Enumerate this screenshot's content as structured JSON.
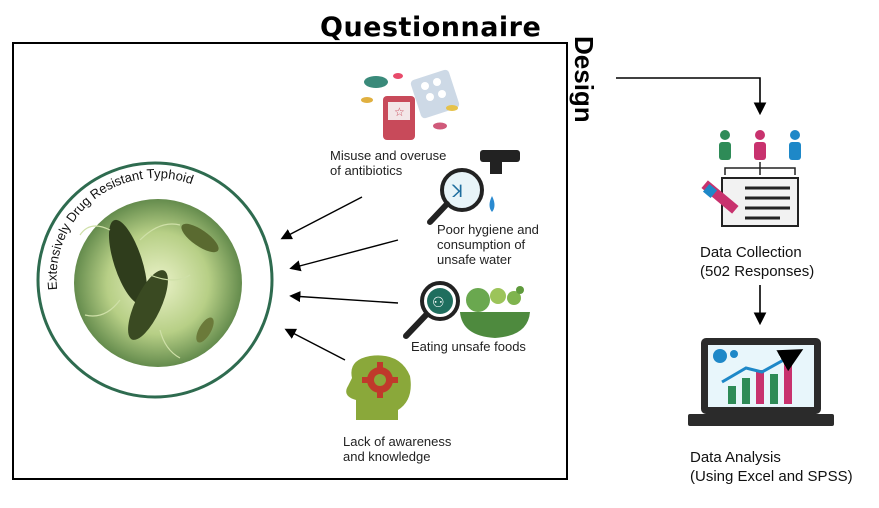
{
  "header": {
    "title_word1": "Questionnaire",
    "title_word2": "Design"
  },
  "center": {
    "circle_label": "Extensively Drug Resistant Typhoid"
  },
  "factors": [
    {
      "line1": "Misuse and overuse",
      "line2": "of antibiotics",
      "icon": "pills-icon"
    },
    {
      "line1": "Poor hygiene and",
      "line2": "consumption of",
      "line3": "unsafe water",
      "icon": "faucet-magnifier-icon"
    },
    {
      "line1": "Eating unsafe foods",
      "icon": "food-bowl-icon"
    },
    {
      "line1": "Lack of awareness",
      "line2": "and knowledge",
      "icon": "head-gear-icon"
    }
  ],
  "process": {
    "collection_title": "Data Collection",
    "collection_detail": "(502 Responses)",
    "analysis_title": "Data Analysis",
    "analysis_detail": "(Using Excel and SPSS)"
  },
  "colors": {
    "circle_ring": "#2e6b4f",
    "bacteria_bg": "#c9d9a0",
    "arrow": "#000000",
    "person_green": "#2e8b57",
    "person_red": "#c8326e",
    "person_blue": "#1e88c8",
    "magnifier_teal": "#1f6e5e",
    "head_olive": "#8aa83a",
    "laptop_dark": "#2b2b2b"
  }
}
